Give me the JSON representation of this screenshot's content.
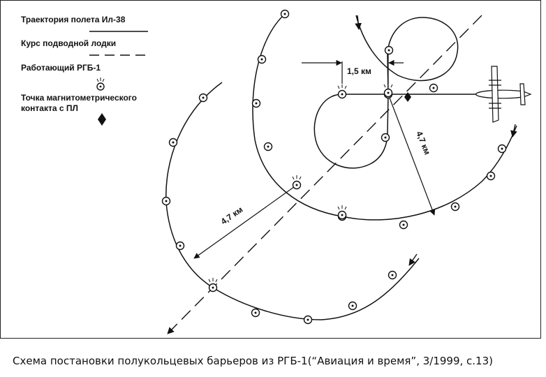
{
  "legend": {
    "flight_path": "Траектория полета Ил-38",
    "sub_course": "Курс подводной лодки",
    "buoy": "Работающий РГБ-1",
    "contact_line1": "Точка магнитометрического",
    "contact_line2": "контакта с ПЛ"
  },
  "distances": {
    "spacing": "1,5 км",
    "radius_outer": "4,7 км",
    "radius_left": "4,7 км"
  },
  "caption": "Схема постановки полукольцевых барьеров из РГБ-1(“Авиация и время”, 3/1999, с.13)",
  "icons": [
    "buoy-icon",
    "active-buoy-icon",
    "contact-diamond-icon",
    "aircraft-icon",
    "arrow-icon"
  ],
  "colors": {
    "ink": "#111111",
    "background": "#ffffff"
  }
}
